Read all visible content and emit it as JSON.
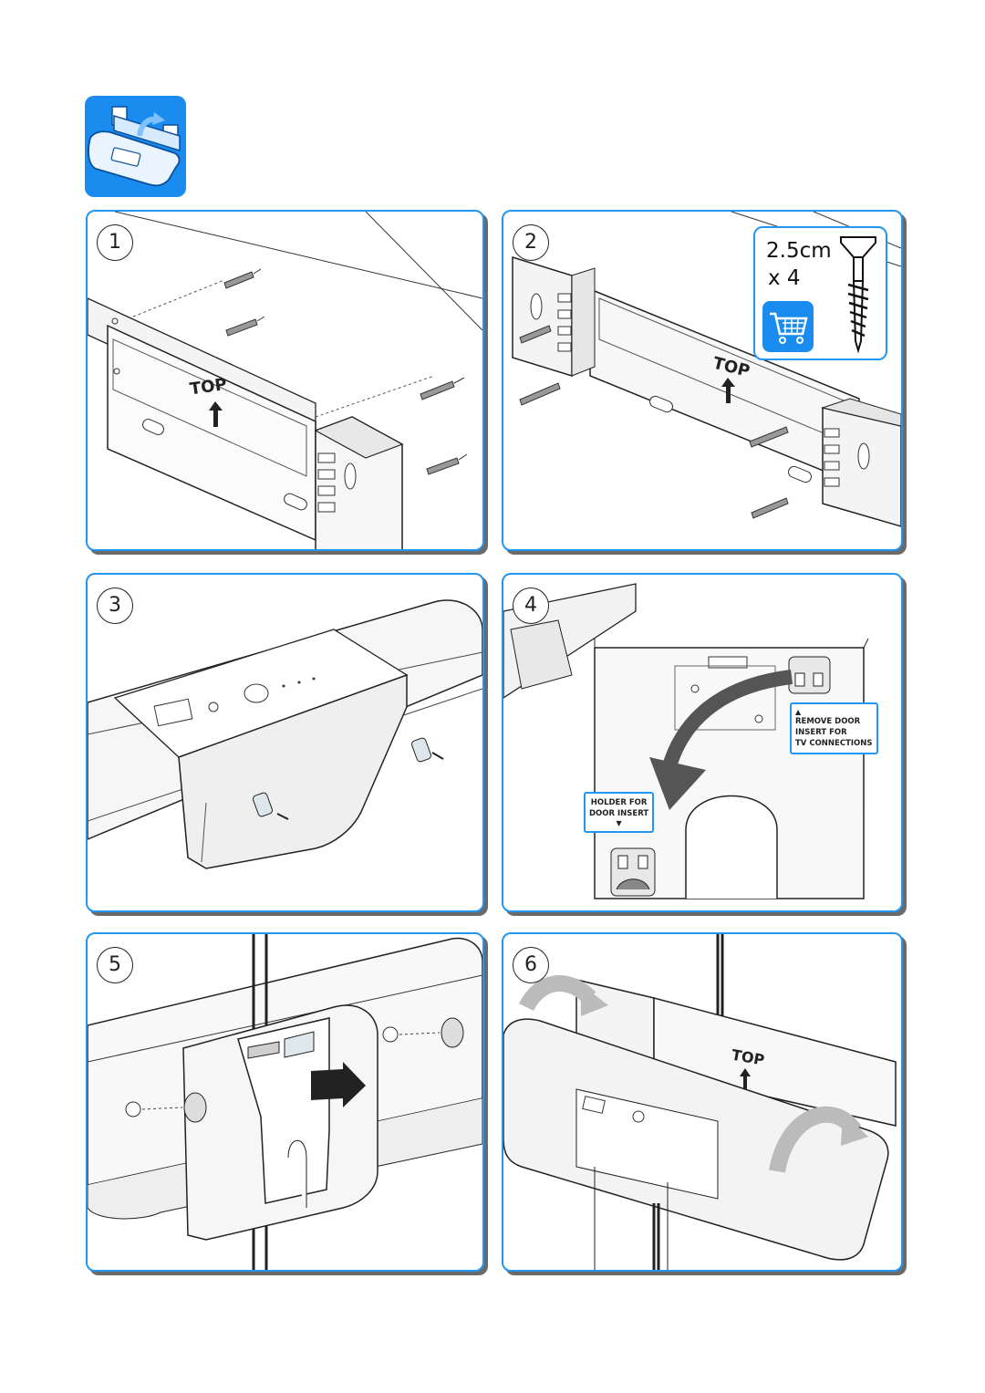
{
  "header_icon": {
    "name": "wall-mount-icon",
    "color": "#1a8cf0"
  },
  "panels": [
    {
      "step": "1",
      "top_label": "TOP"
    },
    {
      "step": "2",
      "top_label": "TOP",
      "screw_length": "2.5cm",
      "screw_qty": "x 4",
      "icon": "shopping-cart-icon"
    },
    {
      "step": "3"
    },
    {
      "step": "4",
      "callout_remove": {
        "arrow": "▲",
        "lines": [
          "REMOVE DOOR",
          "INSERT FOR",
          "TV CONNECTIONS"
        ]
      },
      "callout_holder": {
        "lines": [
          "HOLDER FOR",
          "DOOR INSERT"
        ],
        "arrow": "▼"
      }
    },
    {
      "step": "5"
    },
    {
      "step": "6",
      "top_label": "TOP"
    }
  ],
  "colors": {
    "accent": "#2196f3",
    "icon_bg": "#1a8cf0",
    "shadow": "#6a6a6a"
  }
}
